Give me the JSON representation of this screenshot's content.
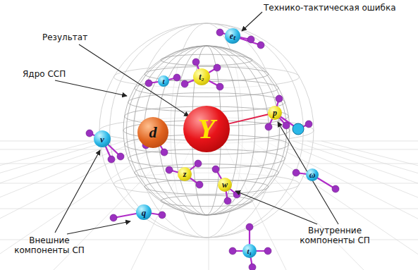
{
  "diagram": {
    "nodes": [
      {
        "text": [
          "eₜ"
        ]
      },
      {
        "text": [
          "t"
        ]
      },
      {
        "text": [
          "t₂"
        ]
      },
      {
        "text": [
          "Y"
        ]
      },
      {
        "text": [
          "d"
        ]
      },
      {
        "text": [
          "p"
        ]
      },
      {
        "text": [
          "v"
        ]
      },
      {
        "text": [
          "z"
        ]
      },
      {
        "text": [
          "w"
        ]
      },
      {
        "text": [
          "ω"
        ]
      },
      {
        "text": [
          "q"
        ]
      },
      {
        "text": [
          "t₁"
        ]
      }
    ],
    "edges": [
      {
        "from": 3,
        "to": 5,
        "arrow": "none"
      }
    ],
    "labels": [
      "Технико-тактическая ошибка",
      "Результат",
      "Ядро ССП",
      "Внешние компоненты СП",
      "Внутренние компоненты СП"
    ]
  }
}
